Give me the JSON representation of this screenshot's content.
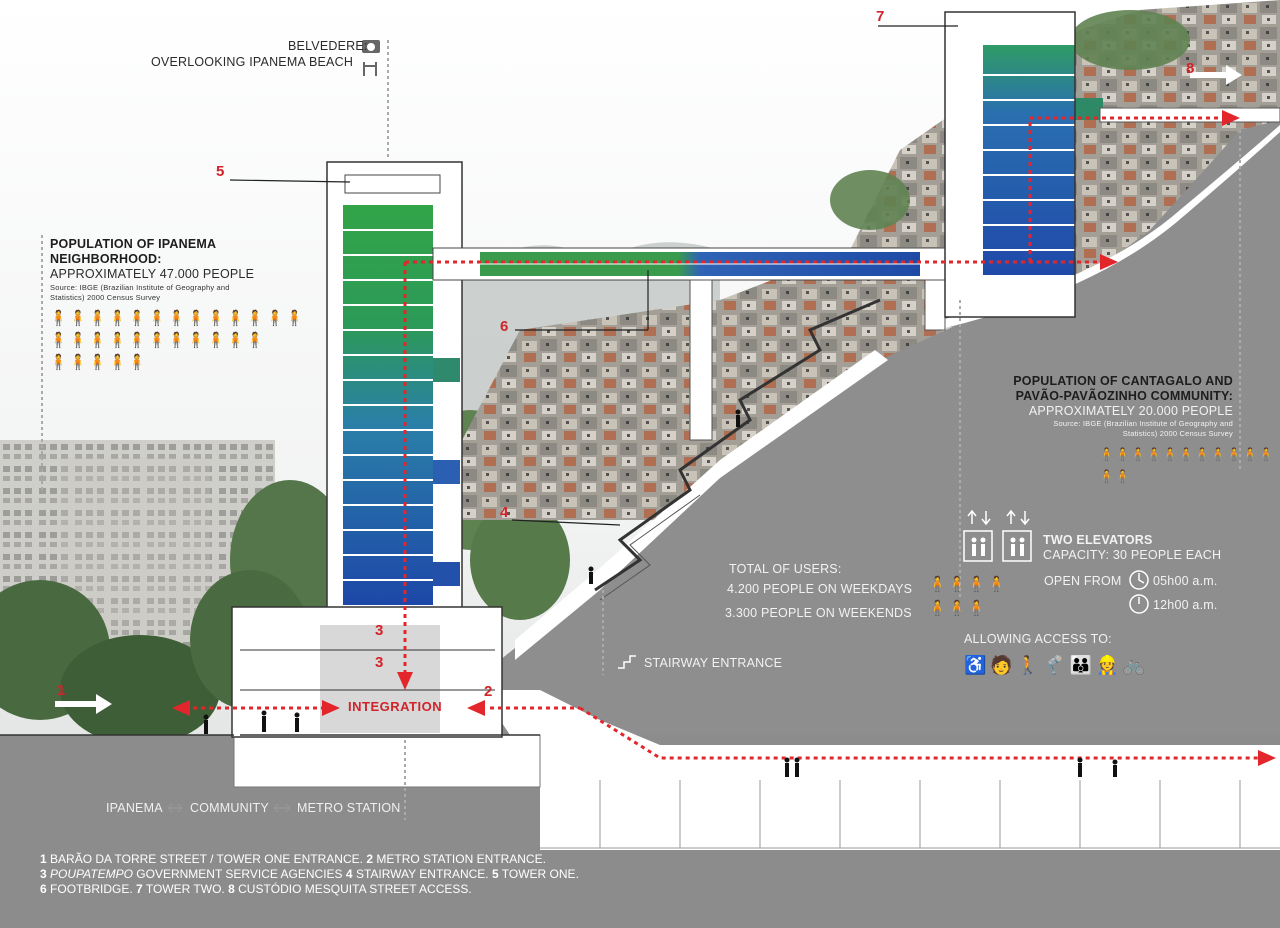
{
  "labels": {
    "belvedere_1": "BELVEDERE:",
    "belvedere_2": "OVERLOOKING IPANEMA BEACH",
    "num_1": "1",
    "num_2": "2",
    "num_3a": "3",
    "num_3b": "3",
    "num_4": "4",
    "num_5": "5",
    "num_6": "6",
    "num_7": "7",
    "num_8": "8",
    "integration": "INTEGRATION",
    "stairway_entrance": "STAIRWAY ENTRANCE"
  },
  "ipanema": {
    "title_1": "POPULATION OF IPANEMA",
    "title_2": "NEIGHBORHOOD:",
    "value": "APPROXIMATELY 47.000 PEOPLE",
    "source_1": "Source: IBGE (Brazilian Institute of Geography and",
    "source_2": "Statistics) 2000 Census Survey",
    "icons_row1": 13,
    "icons_row2": 11,
    "icons_row3": 5
  },
  "community": {
    "title_1": "POPULATION OF CANTAGALO AND",
    "title_2": "PAVÃO-PAVÃOZINHO COMMUNITY:",
    "value": "APPROXIMATELY 20.000 PEOPLE",
    "source_1": "Source: IBGE (Brazilian Institute of Geography and",
    "source_2": "Statistics) 2000 Census Survey",
    "icons_row1": 13
  },
  "users": {
    "title": "TOTAL OF USERS:",
    "weekdays": "4.200 PEOPLE ON WEEKDAYS",
    "weekends": "3.300 PEOPLE ON WEEKENDS",
    "weekday_icons": 4,
    "weekend_icons": 3
  },
  "elevators": {
    "title": "TWO ELEVATORS",
    "capacity": "CAPACITY: 30 PEOPLE EACH",
    "open_from": "OPEN FROM",
    "time_1": "05h00 a.m.",
    "time_2": "12h00 a.m.",
    "access": "ALLOWING ACCESS TO:"
  },
  "route": {
    "ipanema": "IPANEMA",
    "community": "COMMUNITY",
    "metro": "METRO STATION"
  },
  "legend": {
    "n1": "1",
    "t1": "BARÃO DA TORRE STREET / TOWER ONE ENTRANCE.",
    "n2": "2",
    "t2": "METRO STATION ENTRANCE.",
    "n3": "3",
    "t3i": "POUPATEMPO",
    "t3": "GOVERNMENT SERVICE AGENCIES",
    "n4": "4",
    "t4": "STAIRWAY ENTRANCE.",
    "n5": "5",
    "t5": "TOWER ONE.",
    "n6": "6",
    "t6": "FOOTBRIDGE.",
    "n7": "7",
    "t7": "TOWER TWO.",
    "n8": "8",
    "t8": "CUSTÓDIO MESQUITA STREET ACCESS."
  },
  "colors": {
    "arrow_red": "#e3262b",
    "ground_gray": "#8c8c8c",
    "green": "#2fa34b",
    "blue": "#1c4fa8"
  }
}
